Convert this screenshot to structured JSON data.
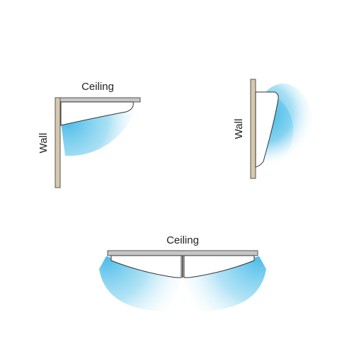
{
  "labels": {
    "ceiling_top_left": "Ceiling",
    "wall_left": "Wall",
    "wall_right": "Wall",
    "ceiling_bottom": "Ceiling"
  },
  "colors": {
    "wall": "#d6c9ae",
    "wall_stroke": "#555555",
    "ceiling": "#c6c6c6",
    "ceiling_stroke": "#555555",
    "fixture_fill": "#ffffff",
    "fixture_stroke": "#333333",
    "light": "#3fb7e6"
  }
}
